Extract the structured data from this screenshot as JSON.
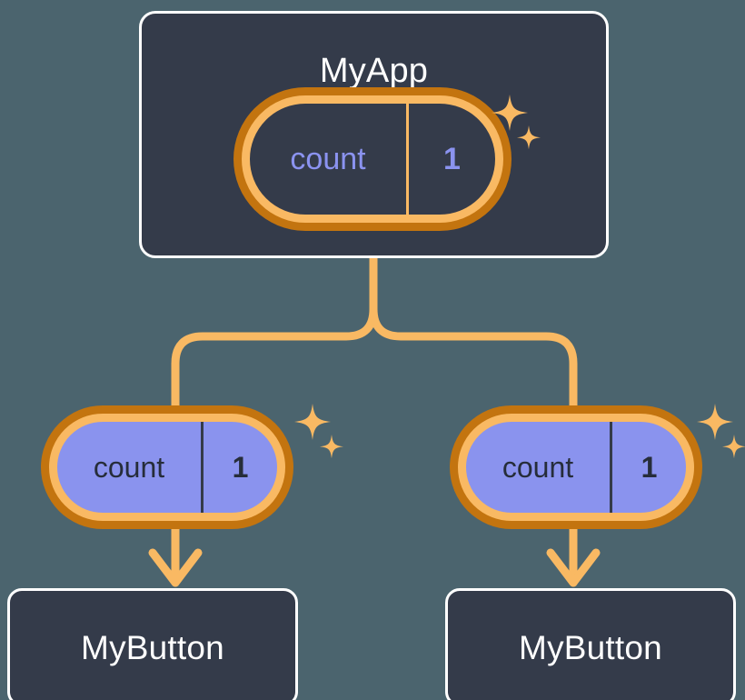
{
  "diagram": {
    "title": "MyApp",
    "type": "component-state-tree",
    "background_color": "#4b646e",
    "node_fill_color": "#343b4a",
    "node_border_color": "#ffffff",
    "state_ring_inner_color": "#f9b963",
    "state_ring_outer_color": "#c3740f",
    "state_fill_color": "#8a93ee",
    "connector_color": "#f9b963",
    "state_label_color_dark_node": "#8b93f0",
    "state_label_color_filled": "#262d3a"
  },
  "nodes": {
    "root": {
      "label": "MyApp",
      "state": {
        "key": "count",
        "value": "1",
        "filled": false,
        "sparkle": true
      }
    },
    "children": [
      {
        "label": "MyButton",
        "state": {
          "key": "count",
          "value": "1",
          "filled": true,
          "sparkle": true
        }
      },
      {
        "label": "MyButton",
        "state": {
          "key": "count",
          "value": "1",
          "filled": true,
          "sparkle": true
        }
      }
    ]
  },
  "icons": {
    "sparkle_large": "sparkle-icon",
    "sparkle_small": "sparkle-small-icon",
    "arrow_down": "arrow-down-icon",
    "branch": "branch-connector"
  }
}
